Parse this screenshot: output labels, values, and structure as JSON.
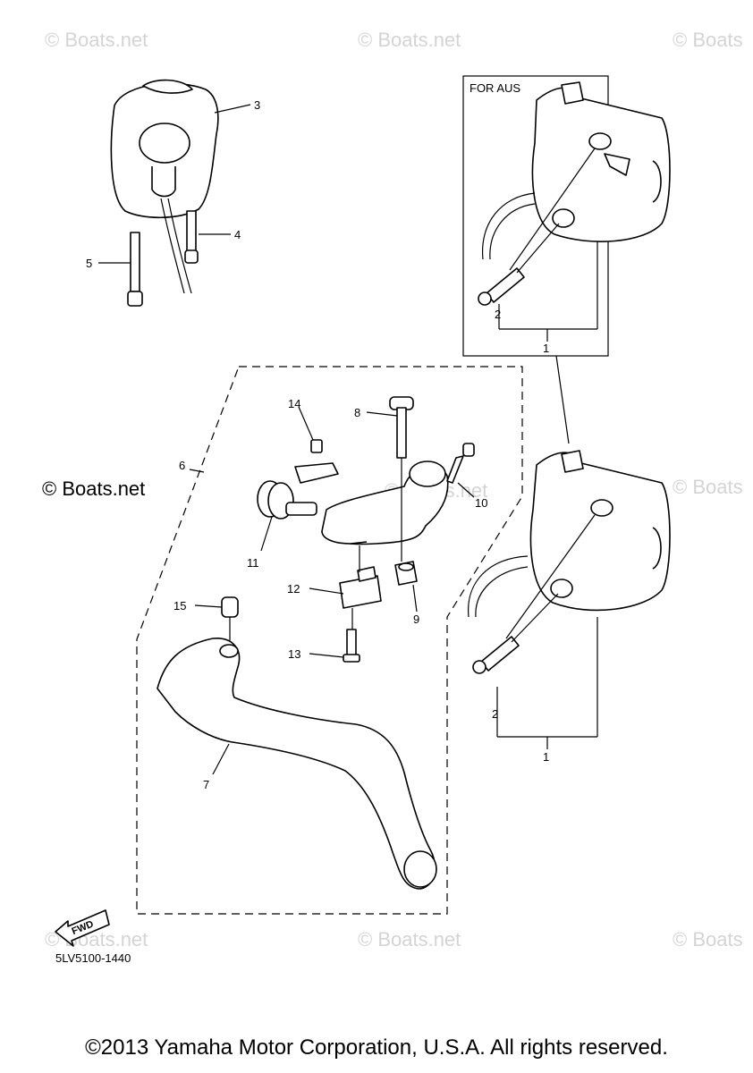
{
  "watermark": "© Boats.net",
  "watermark_clipped": "© Boats",
  "inset_label": "FOR AUS",
  "drawing_code": "5LV5100-1440",
  "fwd_label": "FWD",
  "copyright": "©2013 Yamaha Motor Corporation, U.S.A. All rights reserved.",
  "callouts": {
    "c1a": "1",
    "c1b": "1",
    "c2a": "2",
    "c2b": "2",
    "c3": "3",
    "c4": "4",
    "c5": "5",
    "c6": "6",
    "c7": "7",
    "c8": "8",
    "c9": "9",
    "c10": "10",
    "c11": "11",
    "c12": "12",
    "c13": "13",
    "c14": "14",
    "c15": "15"
  }
}
